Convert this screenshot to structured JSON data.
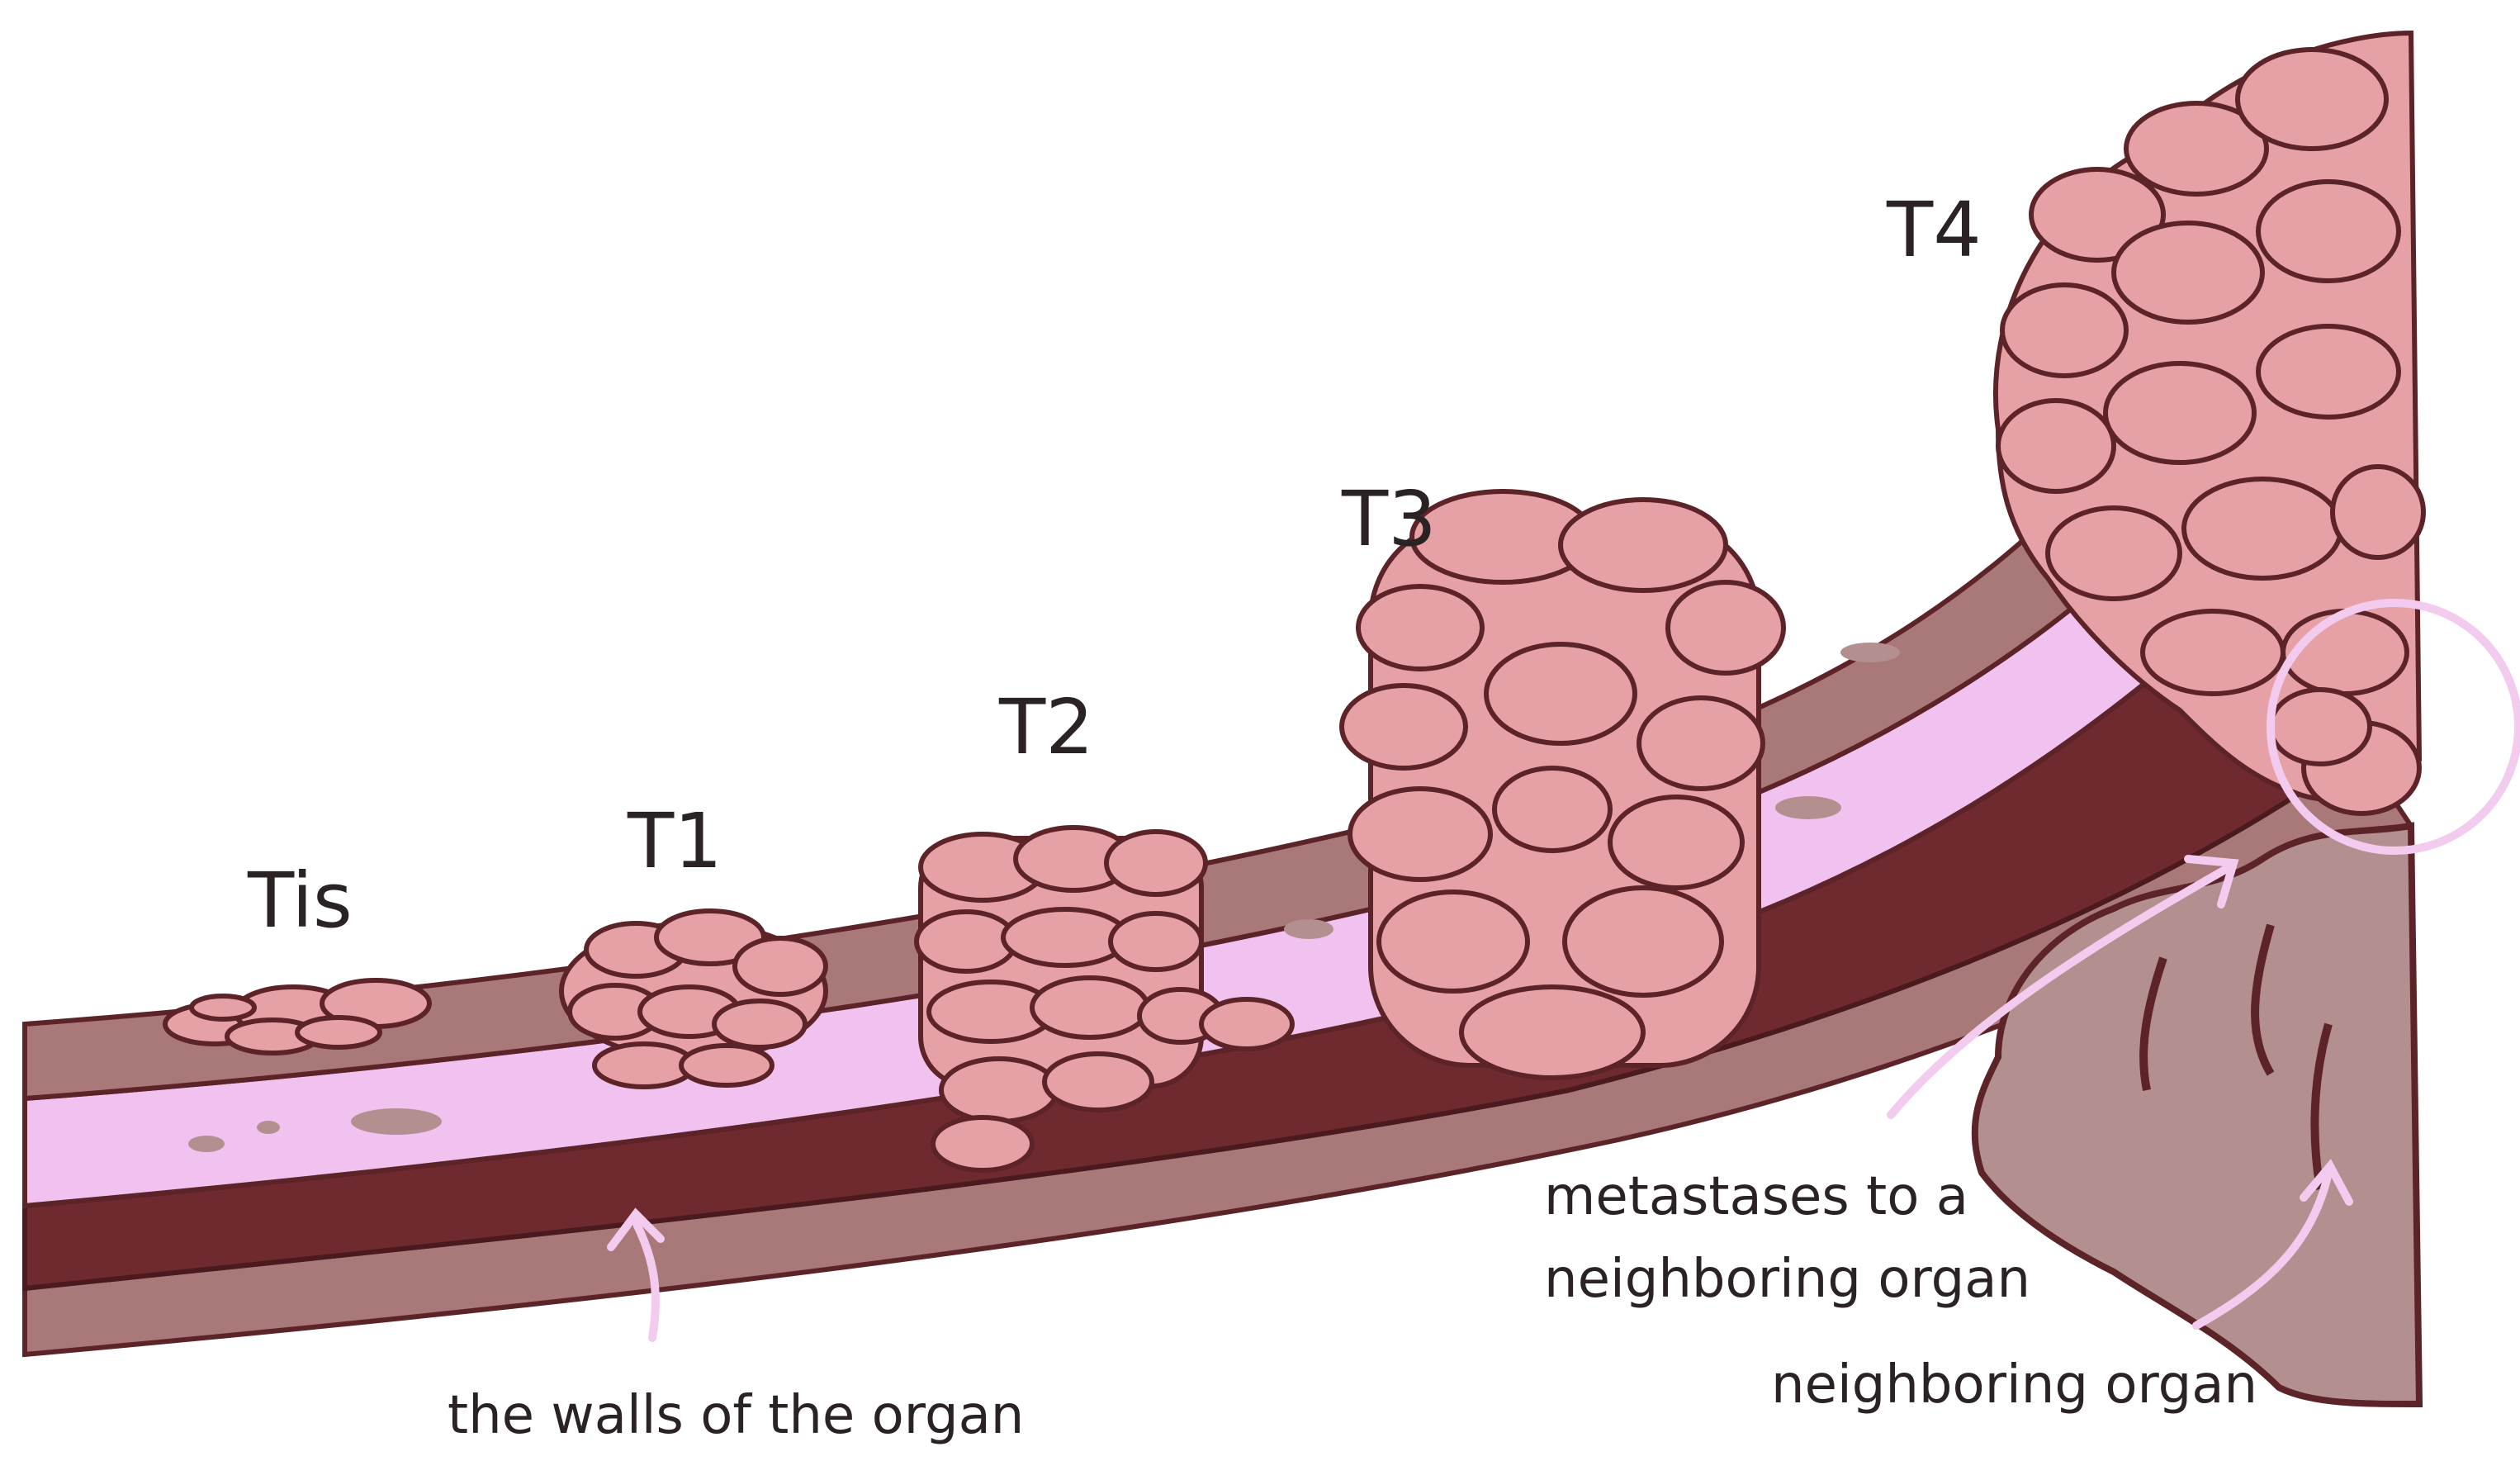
{
  "stages": {
    "tis": "Tis",
    "t1": "T1",
    "t2": "T2",
    "t3": "T3",
    "t4": "T4"
  },
  "captions": {
    "walls": "the walls of the organ",
    "metastases_line1": "metastases to a",
    "metastases_line2": "neighboring organ",
    "neighboring": "neighboring organ"
  },
  "colors": {
    "mucosa": "#a9797a",
    "submucosa": "#f1c2ef",
    "muscle": "#6e2a2f",
    "tumor": "#e6a1a6",
    "outline": "#5c2328",
    "neighbor_organ": "#b38f90",
    "arrow": "#f2cbee",
    "background": "#ffffff"
  }
}
